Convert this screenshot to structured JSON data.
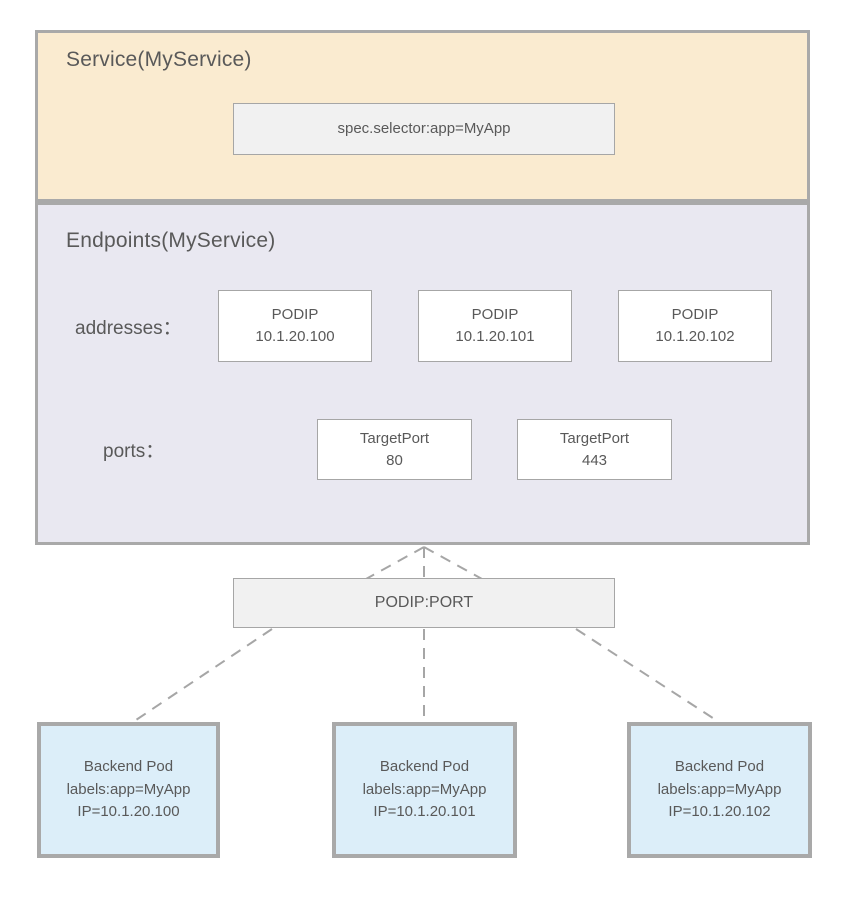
{
  "service": {
    "title": "Service(MyService)",
    "selector_label": "spec.selector:app=MyApp"
  },
  "endpoints": {
    "title": "Endpoints(MyService)",
    "addresses_label": "addresses：",
    "addresses": [
      {
        "line1": "PODIP",
        "line2": "10.1.20.100"
      },
      {
        "line1": "PODIP",
        "line2": "10.1.20.101"
      },
      {
        "line1": "PODIP",
        "line2": "10.1.20.102"
      }
    ],
    "ports_label": "ports：",
    "ports": [
      {
        "line1": "TargetPort",
        "line2": "80"
      },
      {
        "line1": "TargetPort",
        "line2": "443"
      }
    ]
  },
  "connector": {
    "label": "PODIP:PORT"
  },
  "pods": [
    {
      "line1": "Backend Pod",
      "line2": "labels:app=MyApp",
      "line3": "IP=10.1.20.100"
    },
    {
      "line1": "Backend Pod",
      "line2": "labels:app=MyApp",
      "line3": "IP=10.1.20.101"
    },
    {
      "line1": "Backend Pod",
      "line2": "labels:app=MyApp",
      "line3": "IP=10.1.20.102"
    }
  ],
  "colors": {
    "service_fill": "#FAEBD0",
    "endpoints_fill": "#E9E8F1",
    "pod_fill": "#DCEEF9",
    "gray_box_fill": "#F1F1F1",
    "border_gray": "#A9A9A9",
    "dashed_line": "#A6A6A6",
    "text": "#595959"
  }
}
